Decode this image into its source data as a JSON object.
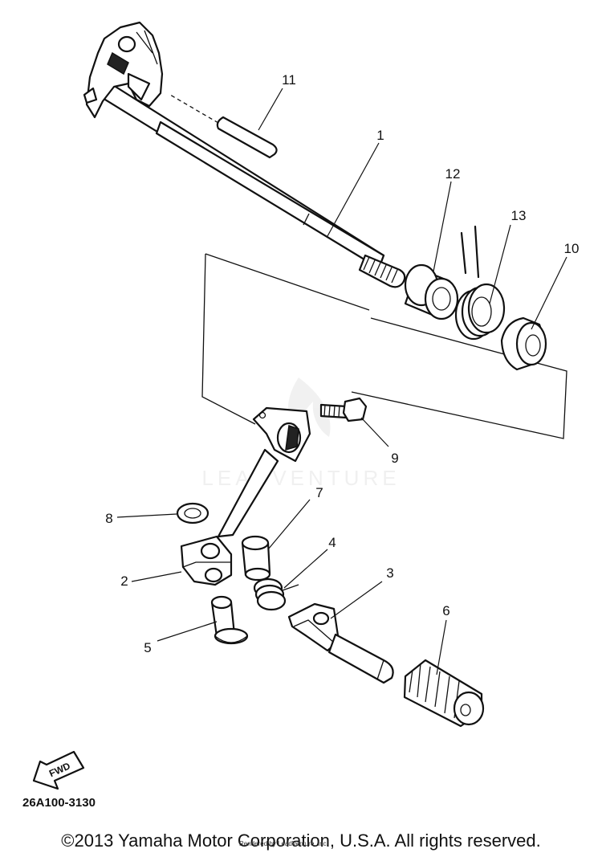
{
  "callouts": [
    "1",
    "2",
    "3",
    "4",
    "5",
    "6",
    "7",
    "8",
    "9",
    "10",
    "11",
    "12",
    "13"
  ],
  "fwd_label": "FWD",
  "watermark": "LEADVENTURE",
  "catalog_code": "26A100-3130",
  "copyright": "©2013 Yamaha Motor Corporation, U.S.A. All rights reserved.",
  "rendered_by": "Rendered by LeadVenture, Inc."
}
